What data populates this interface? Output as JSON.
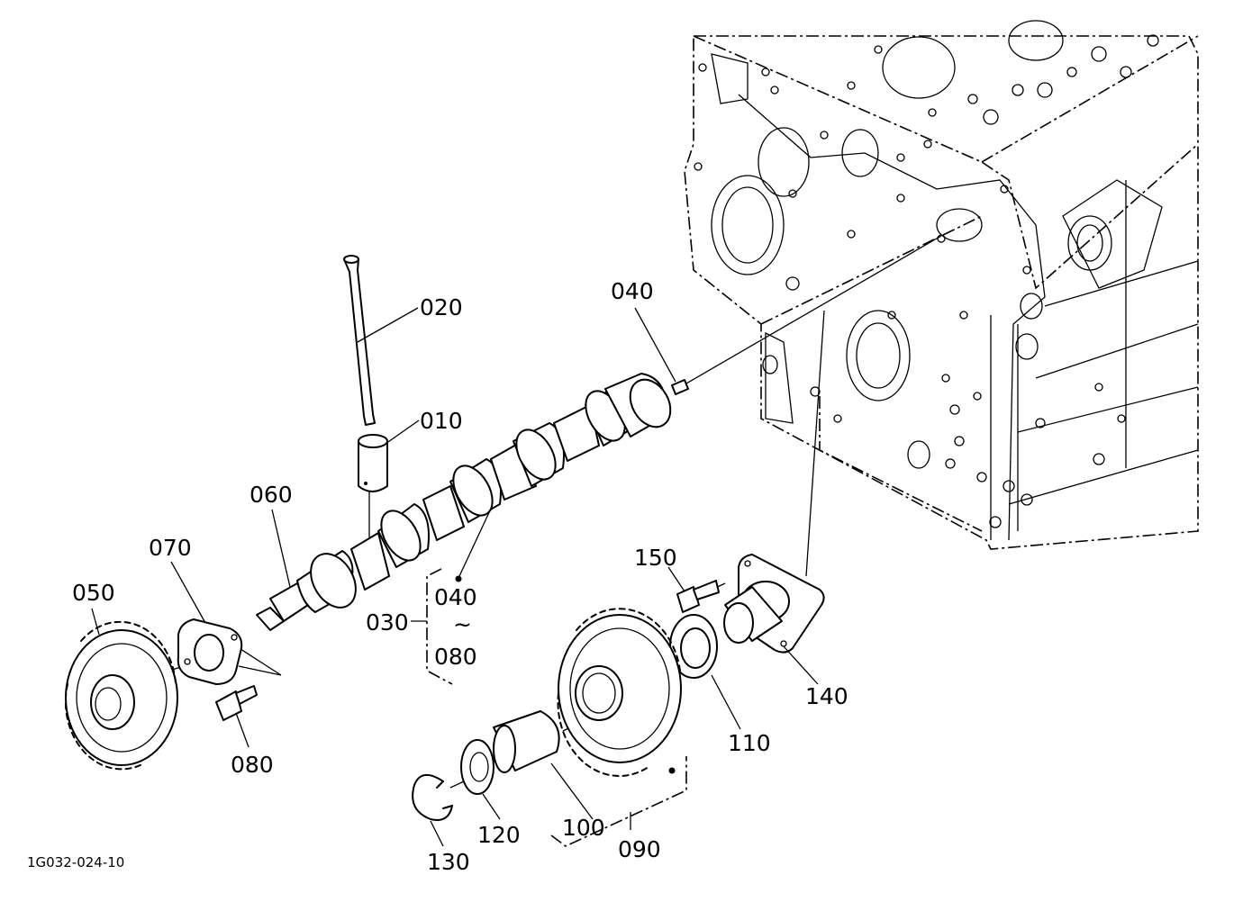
{
  "drawing_code": "1G032-024-10",
  "parts": [
    {
      "key": "p020",
      "number": "020"
    },
    {
      "key": "p010",
      "number": "010"
    },
    {
      "key": "p040a",
      "number": "040"
    },
    {
      "key": "p060",
      "number": "060"
    },
    {
      "key": "p070",
      "number": "070"
    },
    {
      "key": "p050",
      "number": "050"
    },
    {
      "key": "p080",
      "number": "080"
    },
    {
      "key": "p030",
      "number": "030"
    },
    {
      "key": "p150",
      "number": "150"
    },
    {
      "key": "p140",
      "number": "140"
    },
    {
      "key": "p110",
      "number": "110"
    },
    {
      "key": "p100",
      "number": "100"
    },
    {
      "key": "p120",
      "number": "120"
    },
    {
      "key": "p130",
      "number": "130"
    },
    {
      "key": "p090",
      "number": "090"
    }
  ],
  "range_030": {
    "from": "040",
    "sep": "~",
    "to": "080"
  }
}
